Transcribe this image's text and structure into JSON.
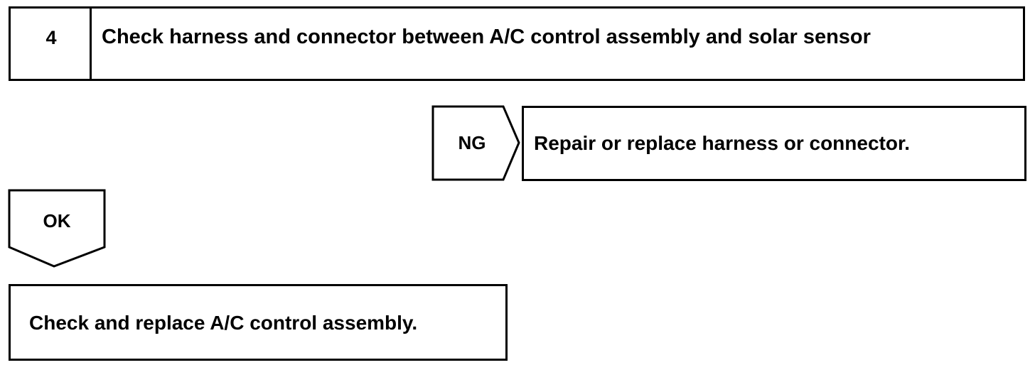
{
  "step": {
    "number": "4",
    "title": "Check harness and connector between A/C control assembly and solar sensor"
  },
  "ng_branch": {
    "tag": "NG",
    "action": "Repair or replace harness or connector."
  },
  "ok_branch": {
    "tag": "OK",
    "action": "Check and replace A/C control assembly."
  }
}
